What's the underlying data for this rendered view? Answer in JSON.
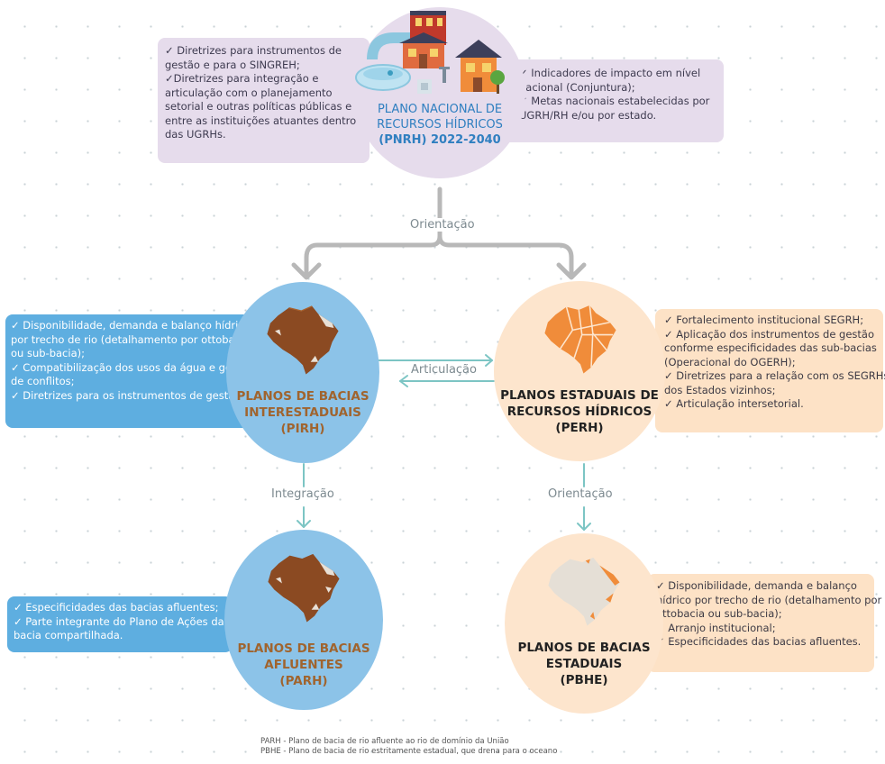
{
  "colors": {
    "purple_bg": "#e6dcec",
    "blue_circle": "#8cc3e8",
    "blue_box": "#5eaee0",
    "peach_circle": "#fde5cd",
    "peach_box": "#fde2c6",
    "brown_title": "#a0642e",
    "orange_map": "#f08c3a",
    "teal_arrow": "#7cc5c4",
    "grey_arrow": "#b8b8b8"
  },
  "pnrh": {
    "title": [
      "PLANO NACIONAL DE",
      "RECURSOS HÍDRICOS",
      "(PNRH) 2022-2040"
    ],
    "left_box": [
      "✓ Diretrizes para instrumentos de",
      "gestão e para o SINGREH;",
      "✓Diretrizes para integração e",
      "articulação com o planejamento",
      "setorial e outras políticas públicas e",
      "entre as instituições atuantes dentro",
      "das UGRHs."
    ],
    "right_box": [
      "✓ Indicadores de impacto em nível",
      "nacional (Conjuntura);",
      "✓ Metas nacionais estabelecidas por",
      "UGRH/RH e/ou por estado."
    ]
  },
  "pirh": {
    "title": [
      "PLANOS DE BACIAS",
      "INTERESTADUAIS",
      "(PIRH)"
    ],
    "box": [
      "✓ Disponibilidade, demanda e balanço hídrico",
      "por trecho de rio (detalhamento por ottobacia",
      "ou sub-bacia);",
      "✓ Compatibilização dos usos da água e gestão",
      "de conflitos;",
      "✓ Diretrizes para os instrumentos de gestão."
    ]
  },
  "perh": {
    "title": [
      "PLANOS ESTADUAIS DE",
      "RECURSOS HÍDRICOS",
      "(PERH)"
    ],
    "box": [
      "✓ Fortalecimento institucional SEGRH;",
      "✓ Aplicação dos instrumentos de gestão",
      "conforme especificidades das sub-bacias",
      "(Operacional do OGERH);",
      "✓ Diretrizes para a relação com os SEGRHs",
      "dos Estados vizinhos;",
      "✓ Articulação intersetorial."
    ]
  },
  "parh": {
    "title": [
      "PLANOS DE BACIAS",
      "AFLUENTES",
      "(PARH)"
    ],
    "box": [
      "✓ Especificidades das bacias afluentes;",
      "✓ Parte integrante do Plano de Ações da",
      "bacia compartilhada."
    ]
  },
  "pbhe": {
    "title": [
      "PLANOS DE BACIAS",
      "ESTADUAIS",
      "(PBHE)"
    ],
    "box": [
      "✓ Disponibilidade, demanda e balanço",
      "hídrico por trecho de rio (detalhamento por",
      "ottobacia ou sub-bacia);",
      "✓ Arranjo institucional;",
      "✓ Especificidades das bacias afluentes."
    ]
  },
  "labels": {
    "orientacao_top": "Orientação",
    "articulacao": "Articulação",
    "integracao": "Integração",
    "orientacao_right": "Orientação"
  },
  "footnotes": [
    "PARH - Plano de bacia de rio afluente ao rio de domínio da União",
    "PBHE - Plano de bacia de rio estritamente estadual, que drena para o oceano"
  ]
}
